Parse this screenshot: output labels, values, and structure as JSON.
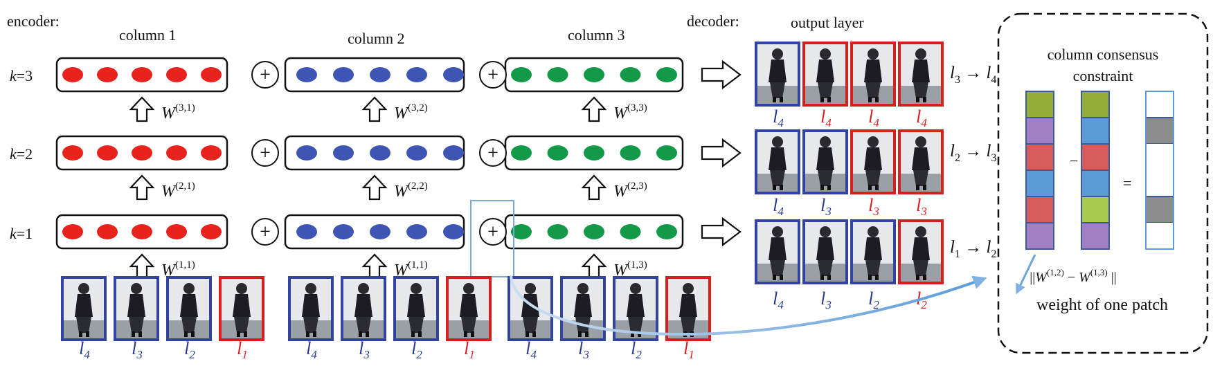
{
  "labels": {
    "encoder": "encoder:",
    "decoder": "decoder:",
    "output_layer": "output layer",
    "consensus_line1": "column consensus",
    "consensus_line2": "constraint",
    "weight_patch": "weight of one patch",
    "minus": "−",
    "equals": "=",
    "norm": "||W(1,2) − W(1,3)||",
    "plus": "+"
  },
  "columns": [
    {
      "title": "column 1",
      "color": "#e8231e"
    },
    {
      "title": "column 2",
      "color": "#3f55b3"
    },
    {
      "title": "column 3",
      "color": "#129a48"
    }
  ],
  "rows": [
    {
      "k": "k=3",
      "k_var": "k",
      "k_val": "=3",
      "weights": [
        {
          "base": "W",
          "sup": "(3,1)"
        },
        {
          "base": "W",
          "sup": "(3,2)"
        },
        {
          "base": "W",
          "sup": "(3,3)"
        }
      ],
      "transition": {
        "from": "l",
        "from_sub": "3",
        "to": "l",
        "to_sub": "4",
        "arrow": "→"
      },
      "output_labels": [
        {
          "t": "l",
          "s": "4",
          "c": "#2a3a8f"
        },
        {
          "t": "l",
          "s": "4",
          "c": "#d62020"
        },
        {
          "t": "l",
          "s": "4",
          "c": "#d62020"
        },
        {
          "t": "l",
          "s": "4",
          "c": "#d62020"
        }
      ],
      "output_frames": [
        "#3344a0",
        "#d62020",
        "#d62020",
        "#d62020"
      ]
    },
    {
      "k": "k=2",
      "k_var": "k",
      "k_val": "=2",
      "weights": [
        {
          "base": "W",
          "sup": "(2,1)"
        },
        {
          "base": "W",
          "sup": "(2,2)"
        },
        {
          "base": "W",
          "sup": "(2,3)"
        }
      ],
      "transition": {
        "from": "l",
        "from_sub": "2",
        "to": "l",
        "to_sub": "3",
        "arrow": "→"
      },
      "output_labels": [
        {
          "t": "l",
          "s": "4",
          "c": "#2a3a8f"
        },
        {
          "t": "l",
          "s": "3",
          "c": "#2a3a8f"
        },
        {
          "t": "l",
          "s": "3",
          "c": "#d62020"
        },
        {
          "t": "l",
          "s": "3",
          "c": "#d62020"
        }
      ],
      "output_frames": [
        "#3344a0",
        "#3344a0",
        "#d62020",
        "#d62020"
      ]
    },
    {
      "k": "k=1",
      "k_var": "k",
      "k_val": "=1",
      "weights": [
        {
          "base": "W",
          "sup": "(1,1)"
        },
        {
          "base": "W",
          "sup": "(1,1)"
        },
        {
          "base": "W",
          "sup": "(1,3)"
        }
      ],
      "transition": {
        "from": "l",
        "from_sub": "1",
        "to": "l",
        "to_sub": "2",
        "arrow": "→"
      },
      "output_labels": [
        {
          "t": "l",
          "s": "4",
          "c": "#2a3a8f"
        },
        {
          "t": "l",
          "s": "3",
          "c": "#2a3a8f"
        },
        {
          "t": "l",
          "s": "2",
          "c": "#2a3a8f"
        },
        {
          "t": "l",
          "s": "2",
          "c": "#d62020"
        }
      ],
      "output_frames": [
        "#3344a0",
        "#3344a0",
        "#3344a0",
        "#d62020"
      ]
    }
  ],
  "inputs": {
    "frames": [
      "#3344a0",
      "#3344a0",
      "#3344a0",
      "#d62020"
    ],
    "labels": [
      {
        "t": "l",
        "s": "4",
        "c": "#2a3a8f"
      },
      {
        "t": "l",
        "s": "3",
        "c": "#2a3a8f"
      },
      {
        "t": "l",
        "s": "2",
        "c": "#2a3a8f"
      },
      {
        "t": "l",
        "s": "1",
        "c": "#d62020"
      }
    ]
  },
  "consensus_bars": {
    "bar1": [
      "#93ad3a",
      "#a27fc2",
      "#d95c5c",
      "#5d9bd6",
      "#d95c5c",
      "#a27fc2"
    ],
    "bar2": [
      "#93ad3a",
      "#5d9bd6",
      "#d95c5c",
      "#5d9bd6",
      "#a9cc4e",
      "#a27fc2"
    ],
    "bar3": [
      "#ffffff",
      "#8c8c8c",
      "#ffffff",
      "#ffffff",
      "#8c8c8c",
      "#ffffff"
    ]
  }
}
